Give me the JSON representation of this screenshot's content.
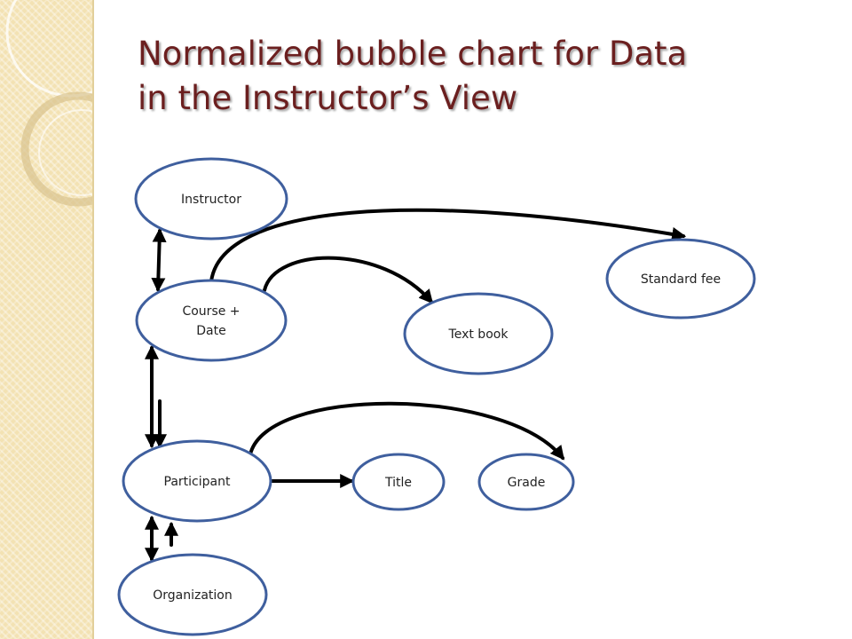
{
  "slide": {
    "title_line1": "Normalized bubble chart for Data",
    "title_line2": "in the Instructor’s View"
  },
  "diagram": {
    "nodes": {
      "instructor": "Instructor",
      "course_date_line1": "Course +",
      "course_date_line2": "Date",
      "text_book": "Text book",
      "standard_fee": "Standard fee",
      "participant": "Participant",
      "title": "Title",
      "grade": "Grade",
      "organization": "Organization"
    },
    "colors": {
      "node_border": "#3f5f9e",
      "edge": "#000000",
      "title_text": "#6b1f1f",
      "band": "#f3e2b3"
    }
  }
}
